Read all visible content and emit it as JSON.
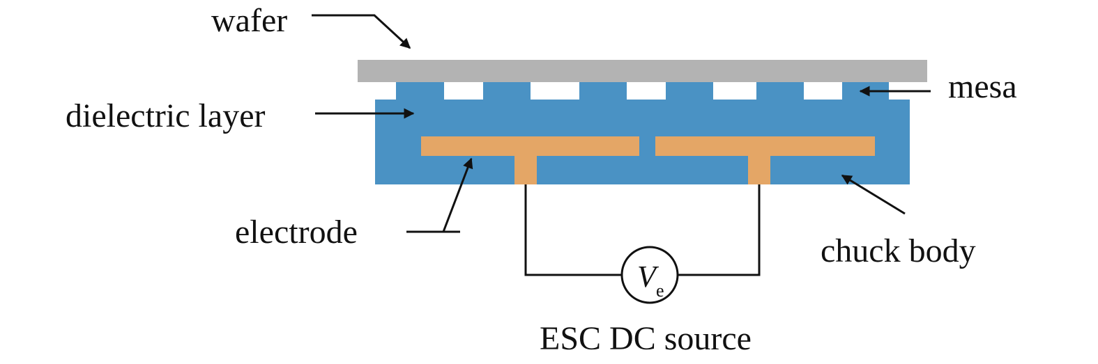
{
  "labels": {
    "wafer": "wafer",
    "mesa": "mesa",
    "dielectric_layer": "dielectric layer",
    "electrode": "electrode",
    "chuck_body": "chuck body",
    "source": "ESC DC source"
  },
  "voltage_symbol": {
    "main": "V",
    "subscript": "e"
  },
  "colors": {
    "wafer": "#b3b3b3",
    "dielectric": "#4a92c4",
    "electrode": "#e4a666",
    "line": "#111111"
  }
}
